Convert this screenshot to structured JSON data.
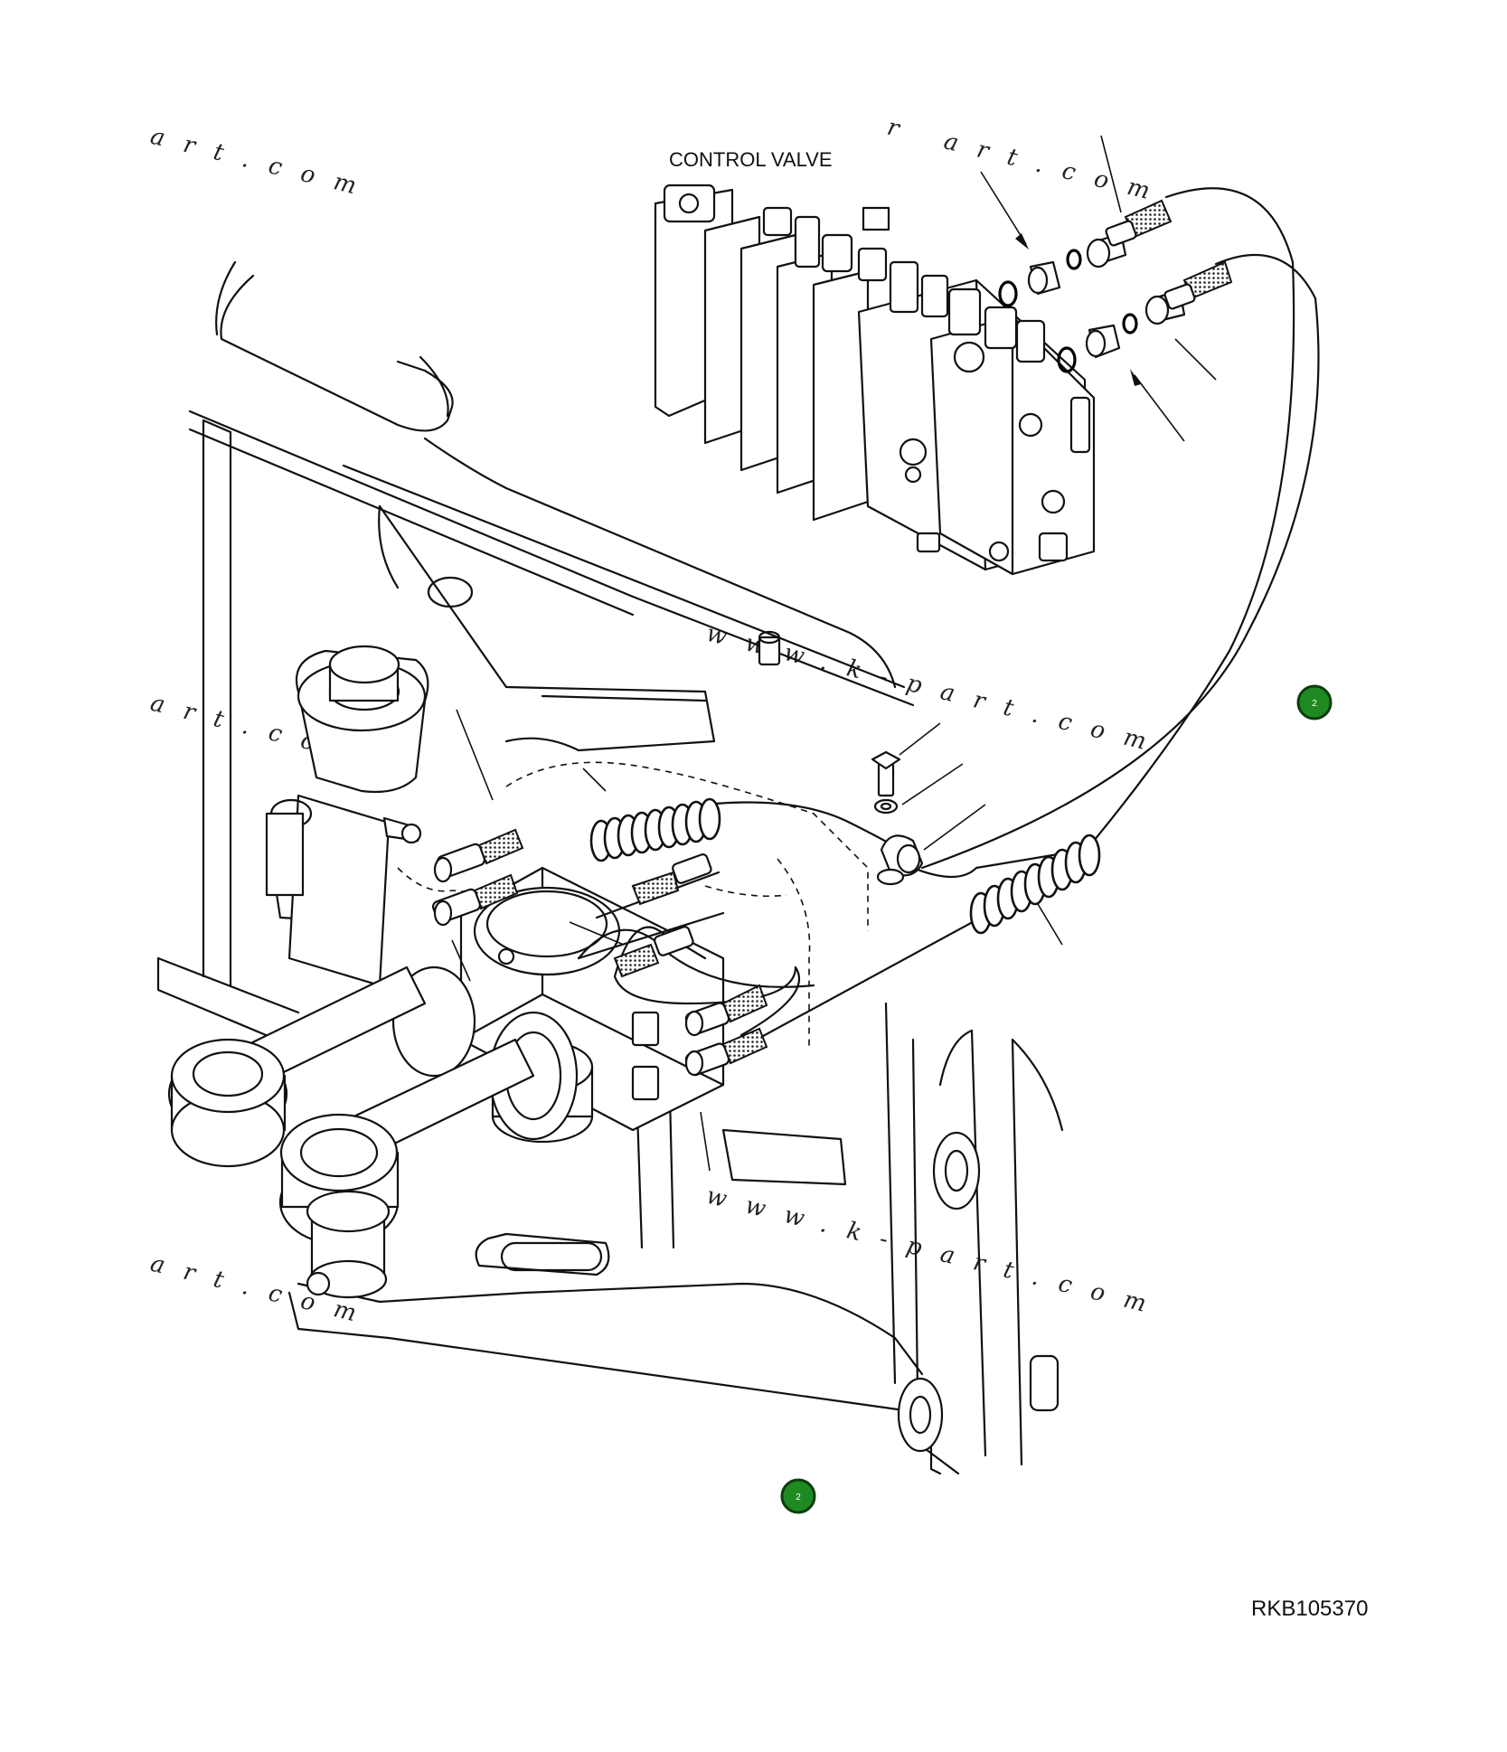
{
  "labels": {
    "control_valve": "CONTROL VALVE",
    "drawing_code": "RKB105370"
  },
  "callouts": [
    {
      "text": "2"
    },
    {
      "text": "2"
    }
  ],
  "watermarks": [
    "art.com",
    "r art.com",
    "www.k-part.com",
    "art.com",
    "www.k-part.com",
    "art.com"
  ],
  "colors": {
    "callout_fill": "#1f8a22",
    "line": "#111111",
    "background": "#ffffff"
  }
}
